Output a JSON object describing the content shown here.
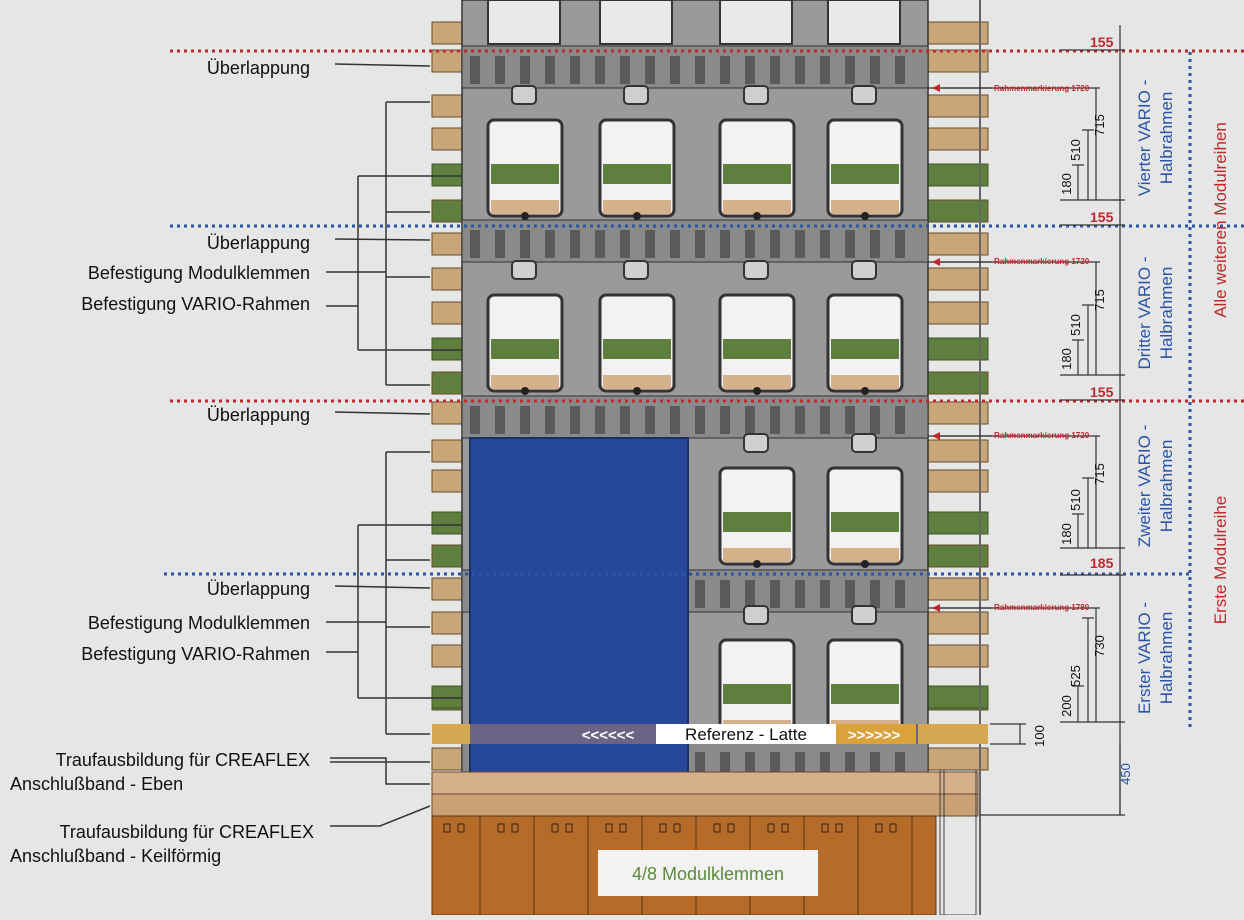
{
  "labels": {
    "overlap": "Überlappung",
    "clamp_mount": "Befestigung Modulklemmen",
    "frame_mount": "Befestigung VARIO-Rahmen",
    "eave_flat_1": "Traufausbildung für CREAFLEX",
    "eave_flat_2": "Anschlußband - Eben",
    "eave_wedge_1": "Traufausbildung für CREAFLEX",
    "eave_wedge_2": "Anschlußband - Keilförmig",
    "reference_left": "<<<<<<",
    "reference_text": "Referenz - Latte",
    "reference_right": ">>>>>>",
    "clamps_box": "4/8 Modulklemmen"
  },
  "frame_marks": {
    "m1720": "Rahmenmarkierung 1720",
    "m1780": "Rahmenmarkierung 1780"
  },
  "overlaps": {
    "o1": "155",
    "o2": "155",
    "o3": "155",
    "o4": "185"
  },
  "dims": {
    "r4_715": "715",
    "r4_510": "510",
    "r4_180": "180",
    "r3_715": "715",
    "r3_510": "510",
    "r3_180": "180",
    "r2_715": "715",
    "r2_510": "510",
    "r2_180": "180",
    "r1_730": "730",
    "r1_525": "525",
    "r1_200": "200",
    "ref_100": "100",
    "eave_450": "450"
  },
  "rows": {
    "r4_line1": "Vierter VARIO -",
    "r4_line2": "Halbrahmen",
    "r3_line1": "Dritter VARIO -",
    "r3_line2": "Halbrahmen",
    "r2_line1": "Zweiter VARIO -",
    "r2_line2": "Halbrahmen",
    "r1_line1": "Erster VARIO -",
    "r1_line2": "Halbrahmen"
  },
  "groups": {
    "further": "Alle weiteren Modulreihen",
    "first": "Erste Modulreihe"
  },
  "colors": {
    "red": "#c0282c",
    "blue": "#2a54a6",
    "module": "#26479a",
    "batten": "#c9a57a",
    "green": "#5f7f3e",
    "frame": "#9a9a9a",
    "clamp_panel": "#b56b2a"
  }
}
